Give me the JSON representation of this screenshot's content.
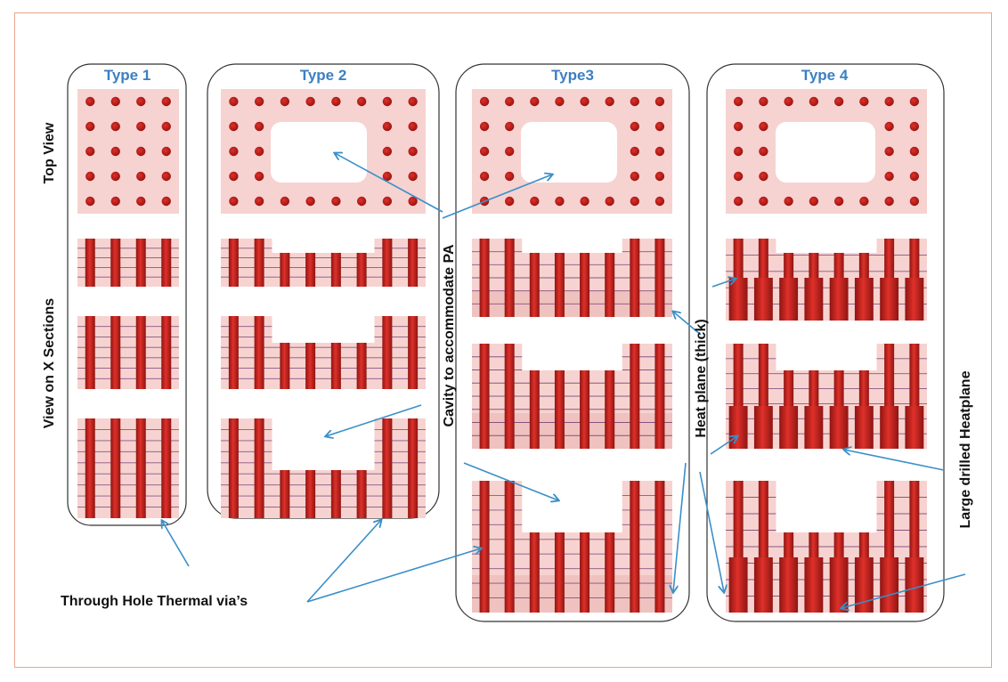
{
  "panels": [
    {
      "title": "Type 1"
    },
    {
      "title": "Type 2"
    },
    {
      "title": "Type3"
    },
    {
      "title": "Type 4"
    }
  ],
  "row_labels": {
    "top_view": "Top View",
    "cross_sections": "View on X Sections"
  },
  "callouts": {
    "through_hole": "Through Hole Thermal via’s",
    "cavity": "Cavity to accommodate PA",
    "heat_plane": "Heat plane (thick)",
    "large_drilled": "Large drilled Heatplane"
  },
  "colors": {
    "board": "#f6d3d0",
    "via": "#c9211e",
    "via_dark": "#8e1512",
    "layer_line": "#6b2a6a",
    "arrow": "#3a8fc8",
    "panel_border": "#333333",
    "title": "#3d7fc1",
    "frame": "#e8a48c"
  }
}
